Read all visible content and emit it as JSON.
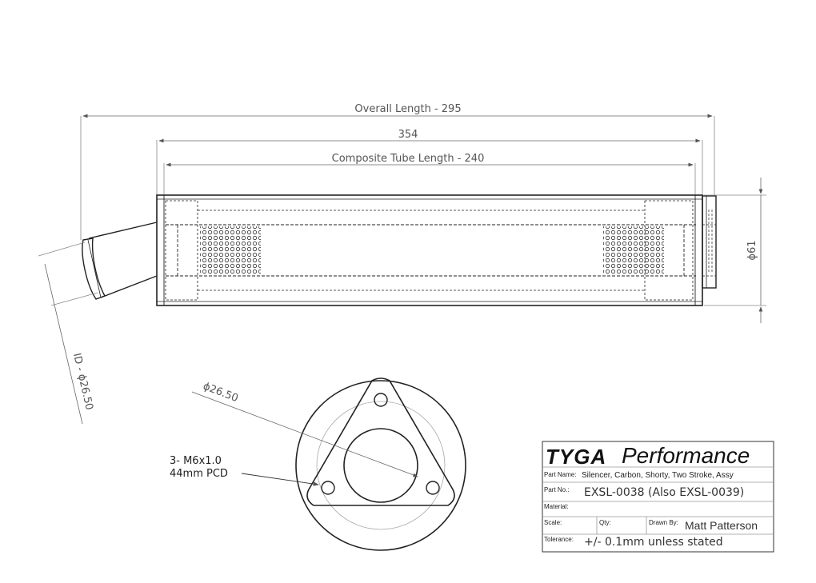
{
  "dimensions": {
    "overall_length": "Overall Length - 295",
    "length_354": "354",
    "composite_tube_length": "Composite Tube Length - 240",
    "diameter_61": "ϕ61",
    "inlet_id": "ID - ϕ26.50",
    "end_view_diameter": "ϕ26.50"
  },
  "note": {
    "line1": "3- M6x1.0",
    "line2": "44mm PCD"
  },
  "title_block": {
    "brand": "TYGA",
    "brand_suffix": "Performance",
    "part_name_label": "Part Name:",
    "part_name_value": "Silencer, Carbon, Shorty, Two Stroke, Assy",
    "part_no_label": "Part No.:",
    "part_no_value": "EXSL-0038 (Also EXSL-0039)",
    "material_label": "Material:",
    "scale_label": "Scale:",
    "qty_label": "Qty:",
    "drawn_by_label": "Drawn By:",
    "drawn_by_value": "Matt Patterson",
    "tolerance_label": "Tolerance:",
    "tolerance_value": "+/- 0.1mm unless stated"
  },
  "colors": {
    "line": "#222222",
    "dim_line": "#666666",
    "text": "#555555"
  }
}
